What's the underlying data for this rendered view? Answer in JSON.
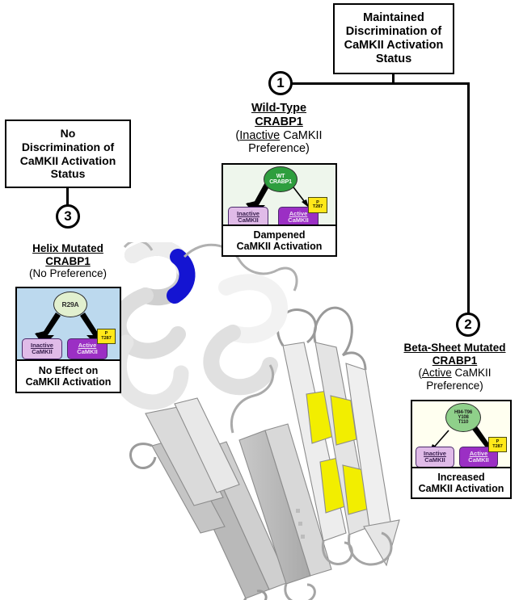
{
  "figure": {
    "top_box": {
      "text": "Maintained Discrimination of CaMKII Activation Status",
      "lines": [
        "Maintained",
        "Discrimination of",
        "CaMKII Activation",
        "Status"
      ]
    },
    "left_box": {
      "text": "No Discrimination of CaMKII Activation Status",
      "lines": [
        "No",
        "Discrimination of",
        "CaMKII Activation",
        "Status"
      ]
    },
    "markers": {
      "one": "1",
      "two": "2",
      "three": "3"
    },
    "colors": {
      "inactive_kinase": "#e0bbe8",
      "active_kinase": "#9b2fc4",
      "phospho_tag": "#ffe81a",
      "wt_protein": "#2e9e3e",
      "helix_mutant_protein": "#e2f0cf",
      "beta_mutant_protein": "#8fd08a",
      "wt_panel_bg": "#eef6ec",
      "helix_panel_bg": "#bcd9ee",
      "beta_panel_bg": "#fffff0",
      "ribbon_helix_highlight": "#1414d2",
      "ribbon_sheet_highlight": "#f2ee00",
      "ribbon_body": "#e8e8e8"
    },
    "panels": [
      {
        "id": "wild-type",
        "heading_line1": "Wild-Type",
        "heading_line2": "CRABP1",
        "heading_line3_pre": "(",
        "heading_line3_underline": "Inactive",
        "heading_line3_post": " CaMKII",
        "heading_line4": "Preference)",
        "protein_label_lines": [
          "WT",
          "CRABP1"
        ],
        "inactive_label_line1": "Inactive",
        "inactive_label_line2": "CaMKII",
        "active_label_line1": "Active",
        "active_label_line2": "CaMKII",
        "phospho_line1": "P",
        "phospho_line2": "T287",
        "caption_line1": "Dampened",
        "caption_line2": "CaMKII Activation",
        "preference": "inactive"
      },
      {
        "id": "helix-mutated",
        "heading_line1": "Helix Mutated",
        "heading_line2": "CRABP1",
        "heading_line3_pre": "(No Preference)",
        "heading_line3_underline": "",
        "heading_line3_post": "",
        "heading_line4": "",
        "protein_label_lines": [
          "R29A"
        ],
        "inactive_label_line1": "Inactive",
        "inactive_label_line2": "CaMKII",
        "active_label_line1": "Active",
        "active_label_line2": "CaMKII",
        "phospho_line1": "P",
        "phospho_line2": "T287",
        "caption_line1": "No Effect on",
        "caption_line2": "CaMKII Activation",
        "preference": "none"
      },
      {
        "id": "beta-sheet-mutated",
        "heading_line1": "Beta-Sheet Mutated",
        "heading_line2": "CRABP1",
        "heading_line3_pre": "(",
        "heading_line3_underline": "Active",
        "heading_line3_post": " CaMKII",
        "heading_line4": "Preference)",
        "protein_label_lines": [
          "H94-T96",
          "Y108",
          "T110"
        ],
        "inactive_label_line1": "Inactive",
        "inactive_label_line2": "CaMKII",
        "active_label_line1": "Active",
        "active_label_line2": "CaMKII",
        "phospho_line1": "P",
        "phospho_line2": "T287",
        "caption_line1": "Increased",
        "caption_line2": "CaMKII Activation",
        "preference": "active"
      }
    ]
  }
}
